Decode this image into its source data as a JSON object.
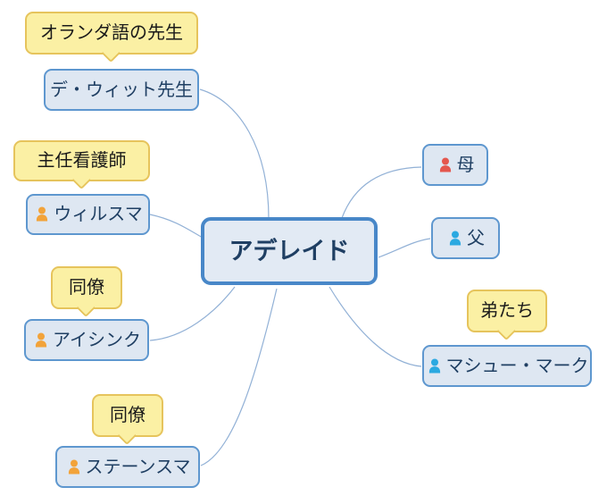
{
  "diagram": {
    "type": "mindmap",
    "background": "#ffffff"
  },
  "nodes": {
    "center": {
      "label": "アデレイド"
    },
    "dewitt": {
      "label": "デ・ウィット先生",
      "icon": "none"
    },
    "wilsma": {
      "label": "ウィルスマ",
      "icon": "person-orange-icon"
    },
    "aisink": {
      "label": "アイシンク",
      "icon": "person-orange-icon"
    },
    "steensma": {
      "label": "ステーンスマ",
      "icon": "person-orange-icon"
    },
    "mother": {
      "label": "母",
      "icon": "person-red-icon"
    },
    "father": {
      "label": "父",
      "icon": "person-blue-icon"
    },
    "matthew": {
      "label": "マシュー・マーク",
      "icon": "person-blue-icon"
    }
  },
  "callouts": {
    "dewitt": "オランダ語の先生",
    "wilsma": "主任看護師",
    "aisink": "同僚",
    "steensma": "同僚",
    "matthew": "弟たち"
  },
  "colors": {
    "node_fill": "#dee7f2",
    "node_border": "#5e97cf",
    "center_fill": "#e2eaf4",
    "center_border": "#4887c8",
    "callout_fill": "#fbf0a4",
    "callout_border": "#e6c45c",
    "edge": "#92b1d6",
    "text": "#1f3f63",
    "person_orange": "#f2a33a",
    "person_red": "#e4574e",
    "person_blue": "#2ba9e1"
  }
}
